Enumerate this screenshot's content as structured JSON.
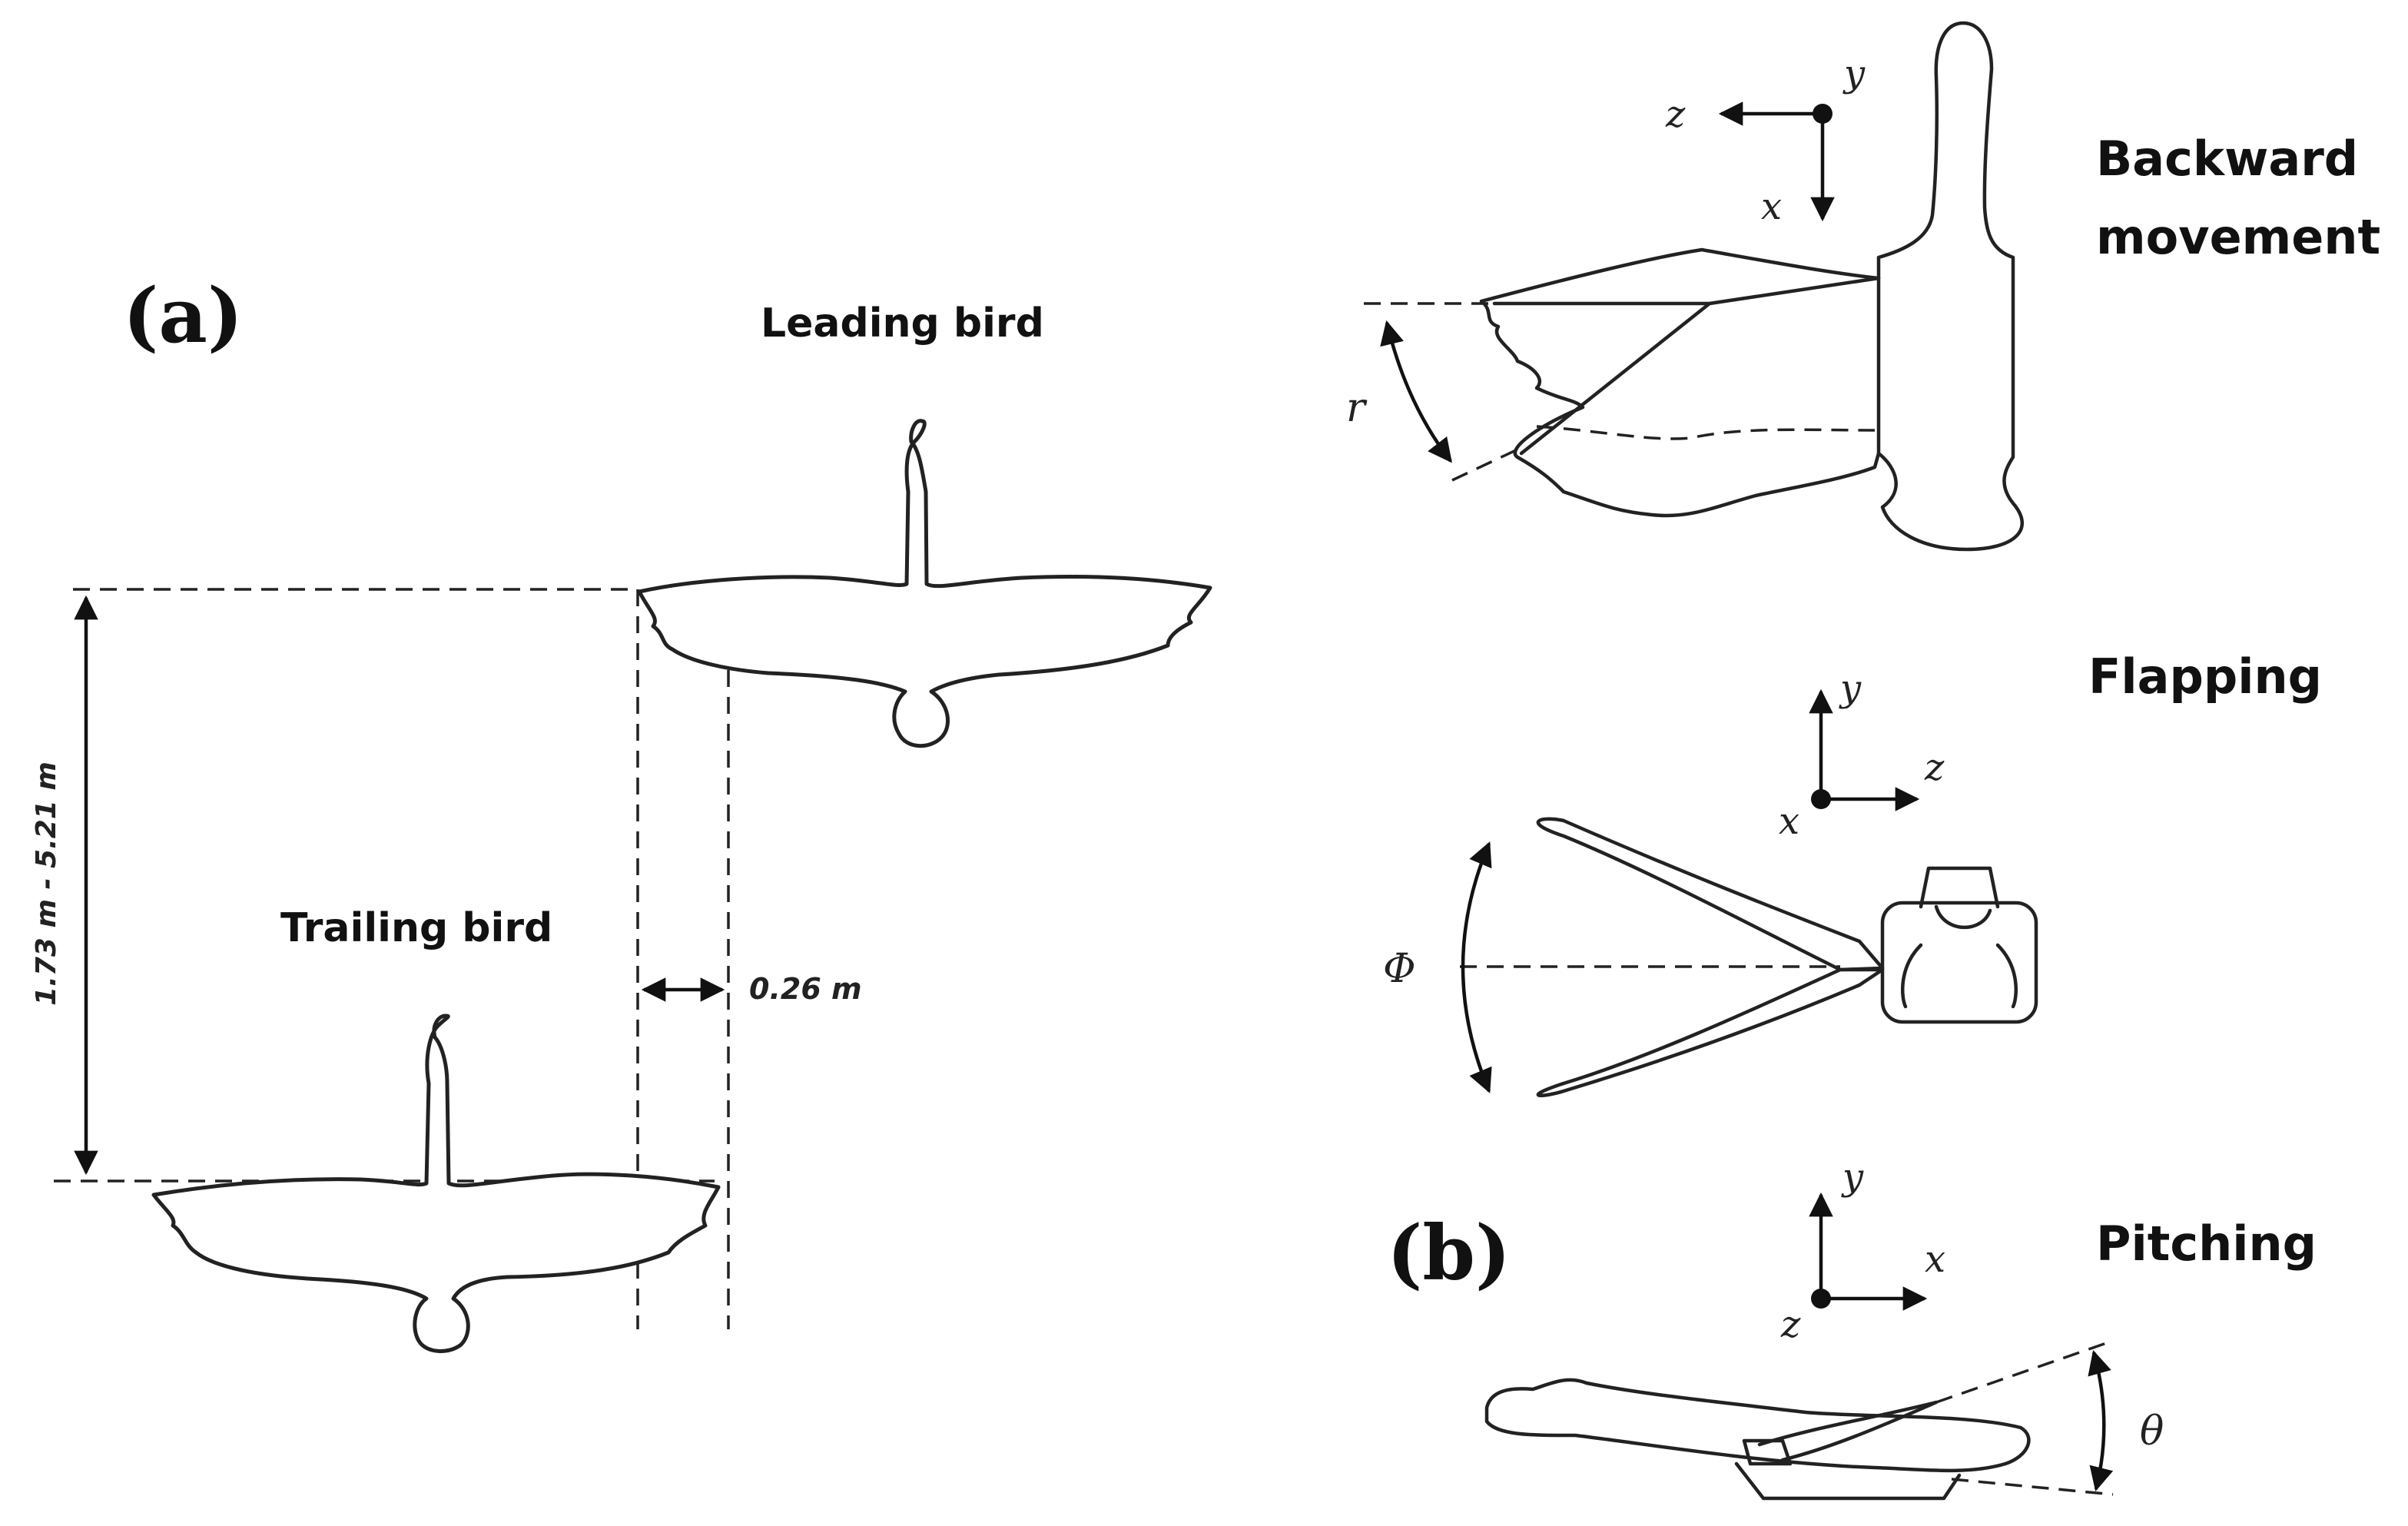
{
  "panel_a": {
    "panel_label": "(a)",
    "leading_bird_label": "Leading bird",
    "trailing_bird_label": "Trailing bird",
    "longitudinal_spacing_label": "1.73 m - 5.21 m",
    "lateral_offset_label": "0.26 m"
  },
  "panel_b": {
    "panel_label": "(b)",
    "backward": {
      "title_line1": "Backward",
      "title_line2": "movement",
      "axis_z": "z",
      "axis_y": "y",
      "axis_x": "x",
      "angle_symbol": "r"
    },
    "flapping": {
      "title": "Flapping",
      "axis_y": "y",
      "axis_z": "z",
      "axis_x": "x",
      "angle_symbol": "Φ"
    },
    "pitching": {
      "title": "Pitching",
      "axis_y": "y",
      "axis_x": "x",
      "axis_z": "z",
      "angle_symbol": "θ"
    }
  }
}
